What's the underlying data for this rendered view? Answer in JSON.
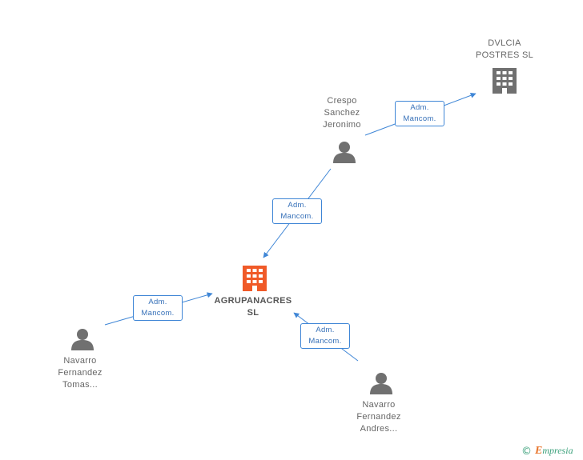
{
  "nodes": {
    "agrupanacres": {
      "line1": "AGRUPANACRES",
      "line2": "SL",
      "icon": "building-icon",
      "color": "#f05a28"
    },
    "dvlcia": {
      "line1": "DVLCIA",
      "line2": "POSTRES SL",
      "icon": "building-icon",
      "color": "#707070"
    },
    "crespo": {
      "line1": "Crespo",
      "line2": "Sanchez",
      "line3": "Jeronimo",
      "icon": "person-icon",
      "color": "#707070"
    },
    "navarro_tomas": {
      "line1": "Navarro",
      "line2": "Fernandez",
      "line3": "Tomas...",
      "icon": "person-icon",
      "color": "#707070"
    },
    "navarro_andres": {
      "line1": "Navarro",
      "line2": "Fernandez",
      "line3": "Andres...",
      "icon": "person-icon",
      "color": "#707070"
    }
  },
  "edges": [
    {
      "from": "crespo",
      "to": "dvlcia",
      "line1": "Adm.",
      "line2": "Mancom."
    },
    {
      "from": "crespo",
      "to": "agrupanacres",
      "line1": "Adm.",
      "line2": "Mancom."
    },
    {
      "from": "navarro_tomas",
      "to": "agrupanacres",
      "line1": "Adm.",
      "line2": "Mancom."
    },
    {
      "from": "navarro_andres",
      "to": "agrupanacres",
      "line1": "Adm.",
      "line2": "Mancom."
    }
  ],
  "colors": {
    "edge": "#3f86d6",
    "edge_text": "#3670b8",
    "brand": "#3aa07a",
    "brand_accent": "#e8742a"
  },
  "footer": {
    "copyright_symbol": "©",
    "brand_initial": "E",
    "brand_rest": "mpresia"
  }
}
